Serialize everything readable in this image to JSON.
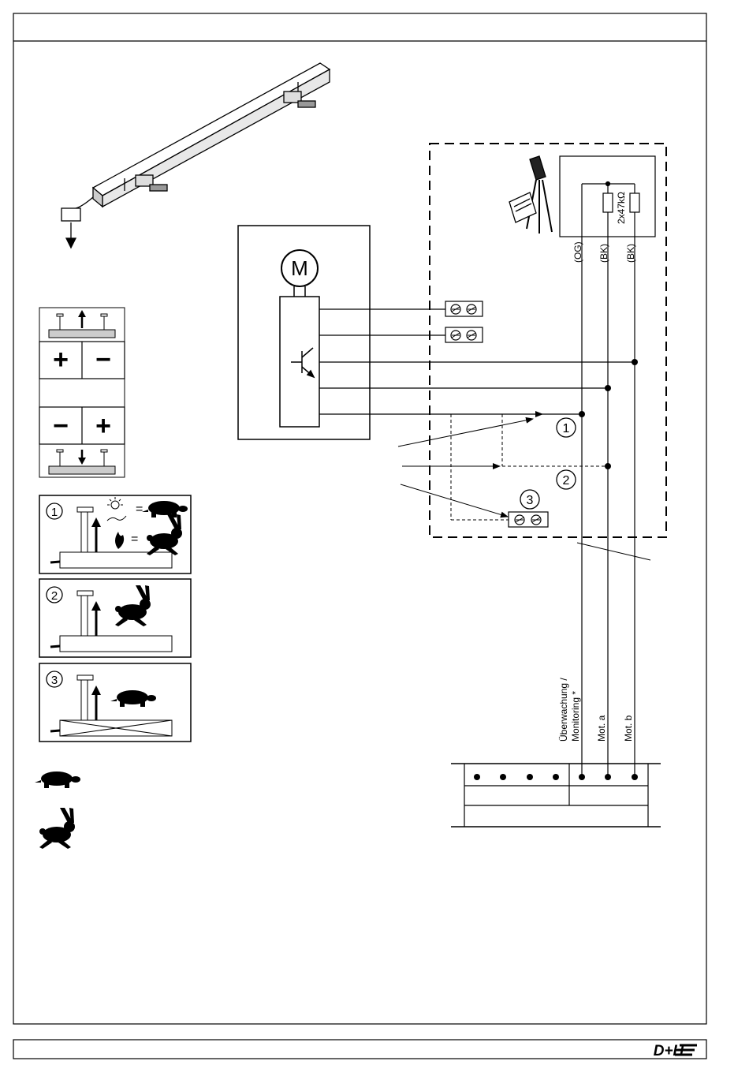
{
  "motor_symbol": "M",
  "resistor_label": "2x47kΩ",
  "wire_colors": [
    "(OG)",
    "(BK)",
    "(BK)"
  ],
  "callout_numbers": [
    "1",
    "2",
    "3"
  ],
  "bottom_labels": {
    "monitoring_line1": "Überwachung /",
    "monitoring_line2": "Monitoring *",
    "mot_a": "Mot. a",
    "mot_b": "Mot. b"
  },
  "brand": "D+H",
  "polarity": {
    "open": [
      "+",
      "−"
    ],
    "close": [
      "−",
      "+"
    ]
  },
  "icons": {
    "tortoise": "tortoise-icon",
    "hare": "hare-icon",
    "sun_wind": "sun-wind-icon",
    "fire": "fire-icon"
  }
}
